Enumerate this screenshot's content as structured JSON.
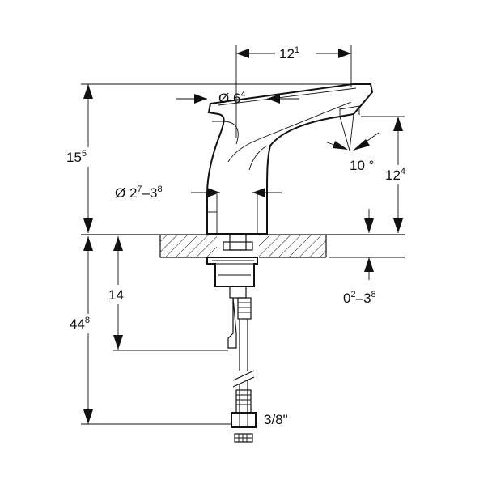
{
  "dimensions": {
    "spout_length": {
      "base": "12",
      "sup": "1"
    },
    "outer_diameter": {
      "prefix": "Ø ",
      "base": "6",
      "sup": "4"
    },
    "overall_height": {
      "base": "15",
      "sup": "5"
    },
    "spout_angle": {
      "text": "10 °"
    },
    "spout_height": {
      "base": "12",
      "sup": "4"
    },
    "shank_diameter": {
      "prefix": "Ø ",
      "a": "2",
      "a_sup": "7",
      "dash": "–",
      "b": "3",
      "b_sup": "8"
    },
    "thread_depth": {
      "text": "14"
    },
    "hose_length": {
      "base": "44",
      "sup": "8"
    },
    "deck_thickness": {
      "a": "0",
      "a_sup": "2",
      "dash": "–",
      "b": "3",
      "b_sup": "8"
    },
    "connection": {
      "text": "3/8\""
    }
  },
  "colors": {
    "ink": "#111111",
    "background": "#ffffff"
  }
}
